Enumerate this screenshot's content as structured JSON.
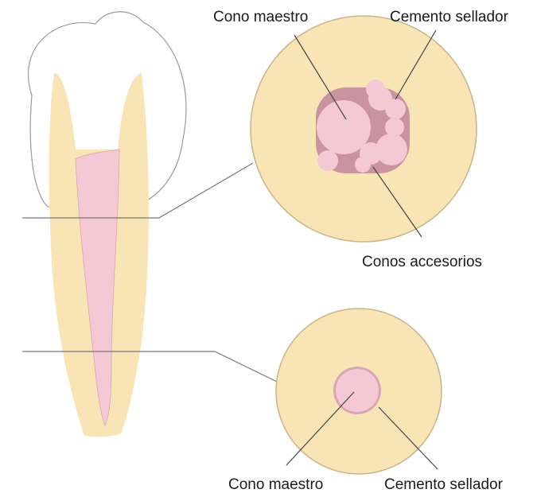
{
  "labels": {
    "top_master_cone": "Cono maestro",
    "top_sealer_cement": "Cemento sellador",
    "accessory_cones": "Conos accesorios",
    "bottom_master_cone": "Cono maestro",
    "bottom_sealer_cement": "Cemento sellador"
  },
  "colors": {
    "dentin": "#f8e4b4",
    "dentin_stroke": "#c9b48a",
    "gutta_percha": "#f4c8d4",
    "sealer": "#c9939f",
    "enamel_outline": "#9a9a9a",
    "leader_line": "#555555"
  }
}
